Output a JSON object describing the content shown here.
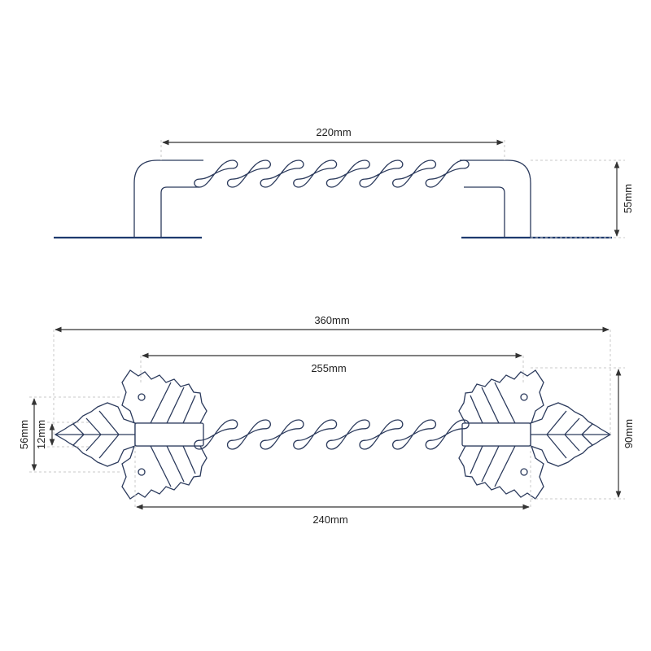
{
  "colors": {
    "line": "#2b3a5c",
    "dimension": "#333333",
    "guide": "#c8c8c8"
  },
  "side_view": {
    "width_label": "220mm",
    "height_label": "55mm"
  },
  "top_view": {
    "overall_label": "360mm",
    "inner_label": "255mm",
    "bar_label": "240mm",
    "plate_height_label": "90mm",
    "leaf_height_label": "56mm",
    "bar_thickness_label": "12mm"
  }
}
